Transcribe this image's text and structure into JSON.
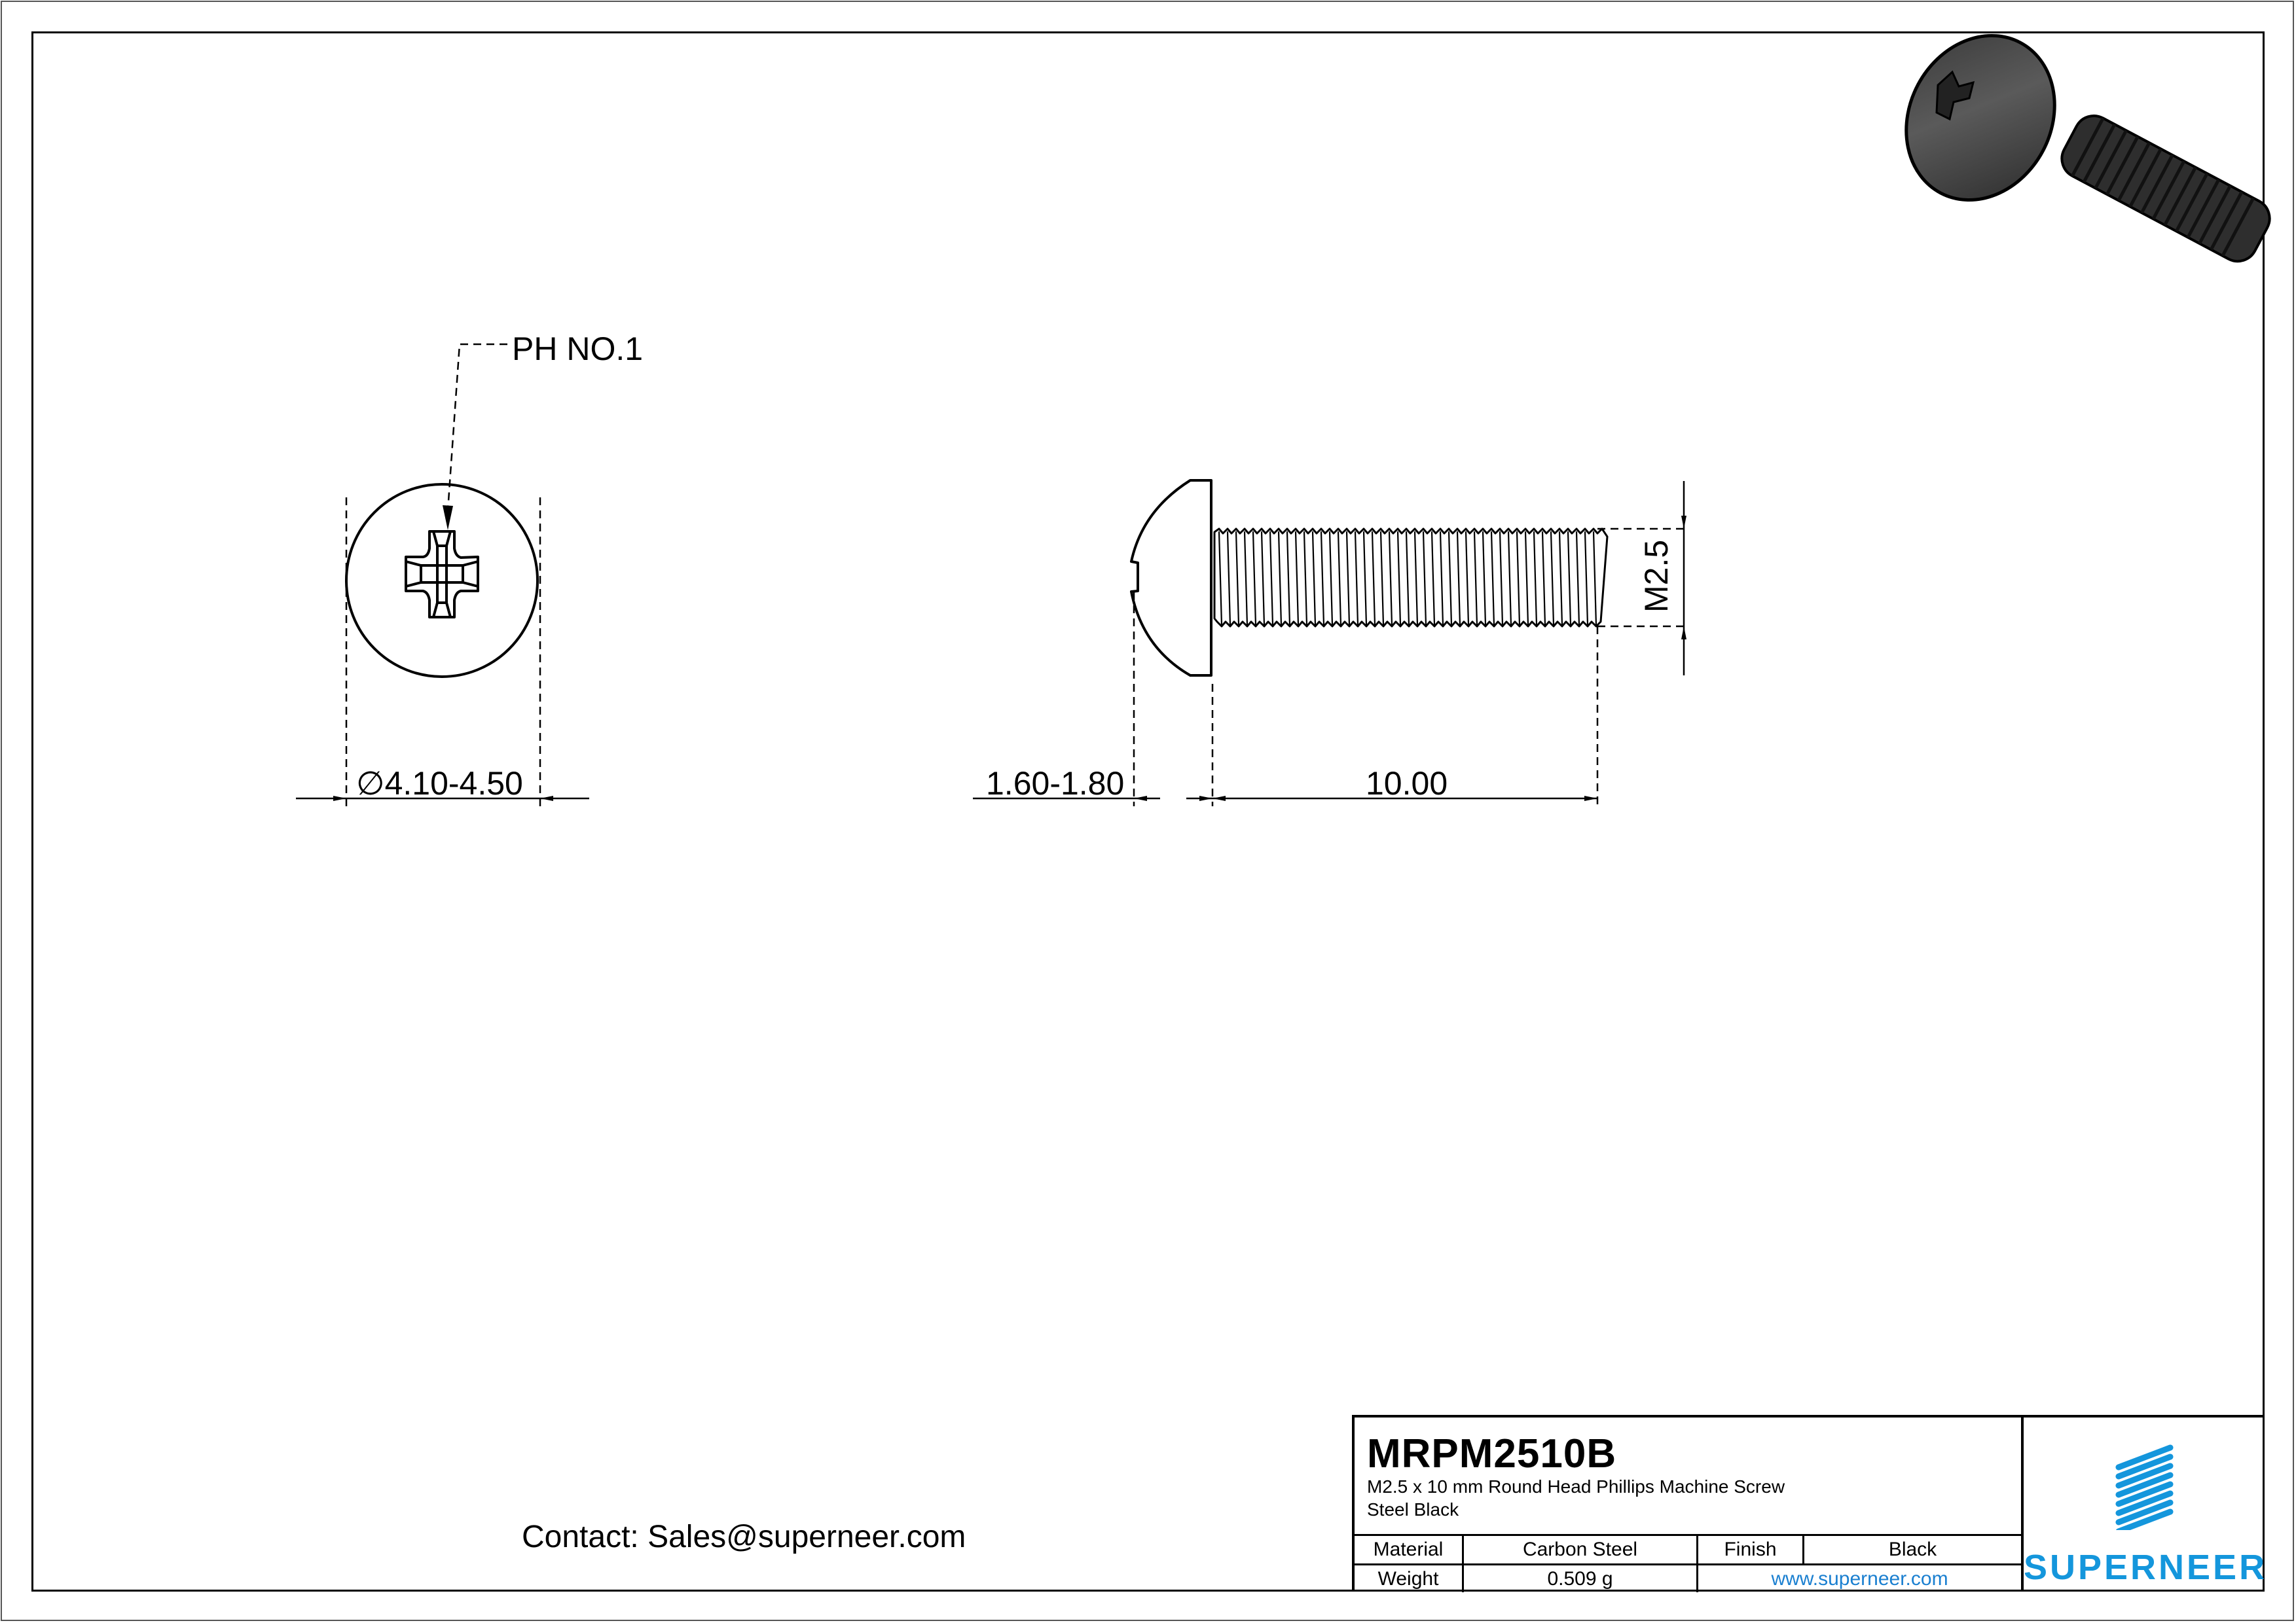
{
  "drawing": {
    "top_view": {
      "callout": "PH NO.1",
      "diameter_symbol": "∅",
      "diameter_dim": "4.10-4.50"
    },
    "side_view": {
      "head_height_dim": "1.60-1.80",
      "length_dim": "10.00",
      "thread_dim": "M2.5"
    },
    "iso_view": {
      "description": "3D render of black round head phillips screw"
    }
  },
  "contact": {
    "text": "Contact: Sales@superneer.com"
  },
  "title_block": {
    "part_number": "MRPM2510B",
    "description_line1": "M2.5 x 10 mm Round Head Phillips Machine Screw",
    "description_line2": "Steel Black",
    "material_label": "Material",
    "material_value": "Carbon Steel",
    "finish_label": "Finish",
    "finish_value": "Black",
    "weight_label": "Weight",
    "weight_value": "0.509 g",
    "website": "www.superneer.com",
    "brand": "SUPERNEER",
    "brand_color": "#1496dc",
    "link_color": "#1a7fd0"
  }
}
